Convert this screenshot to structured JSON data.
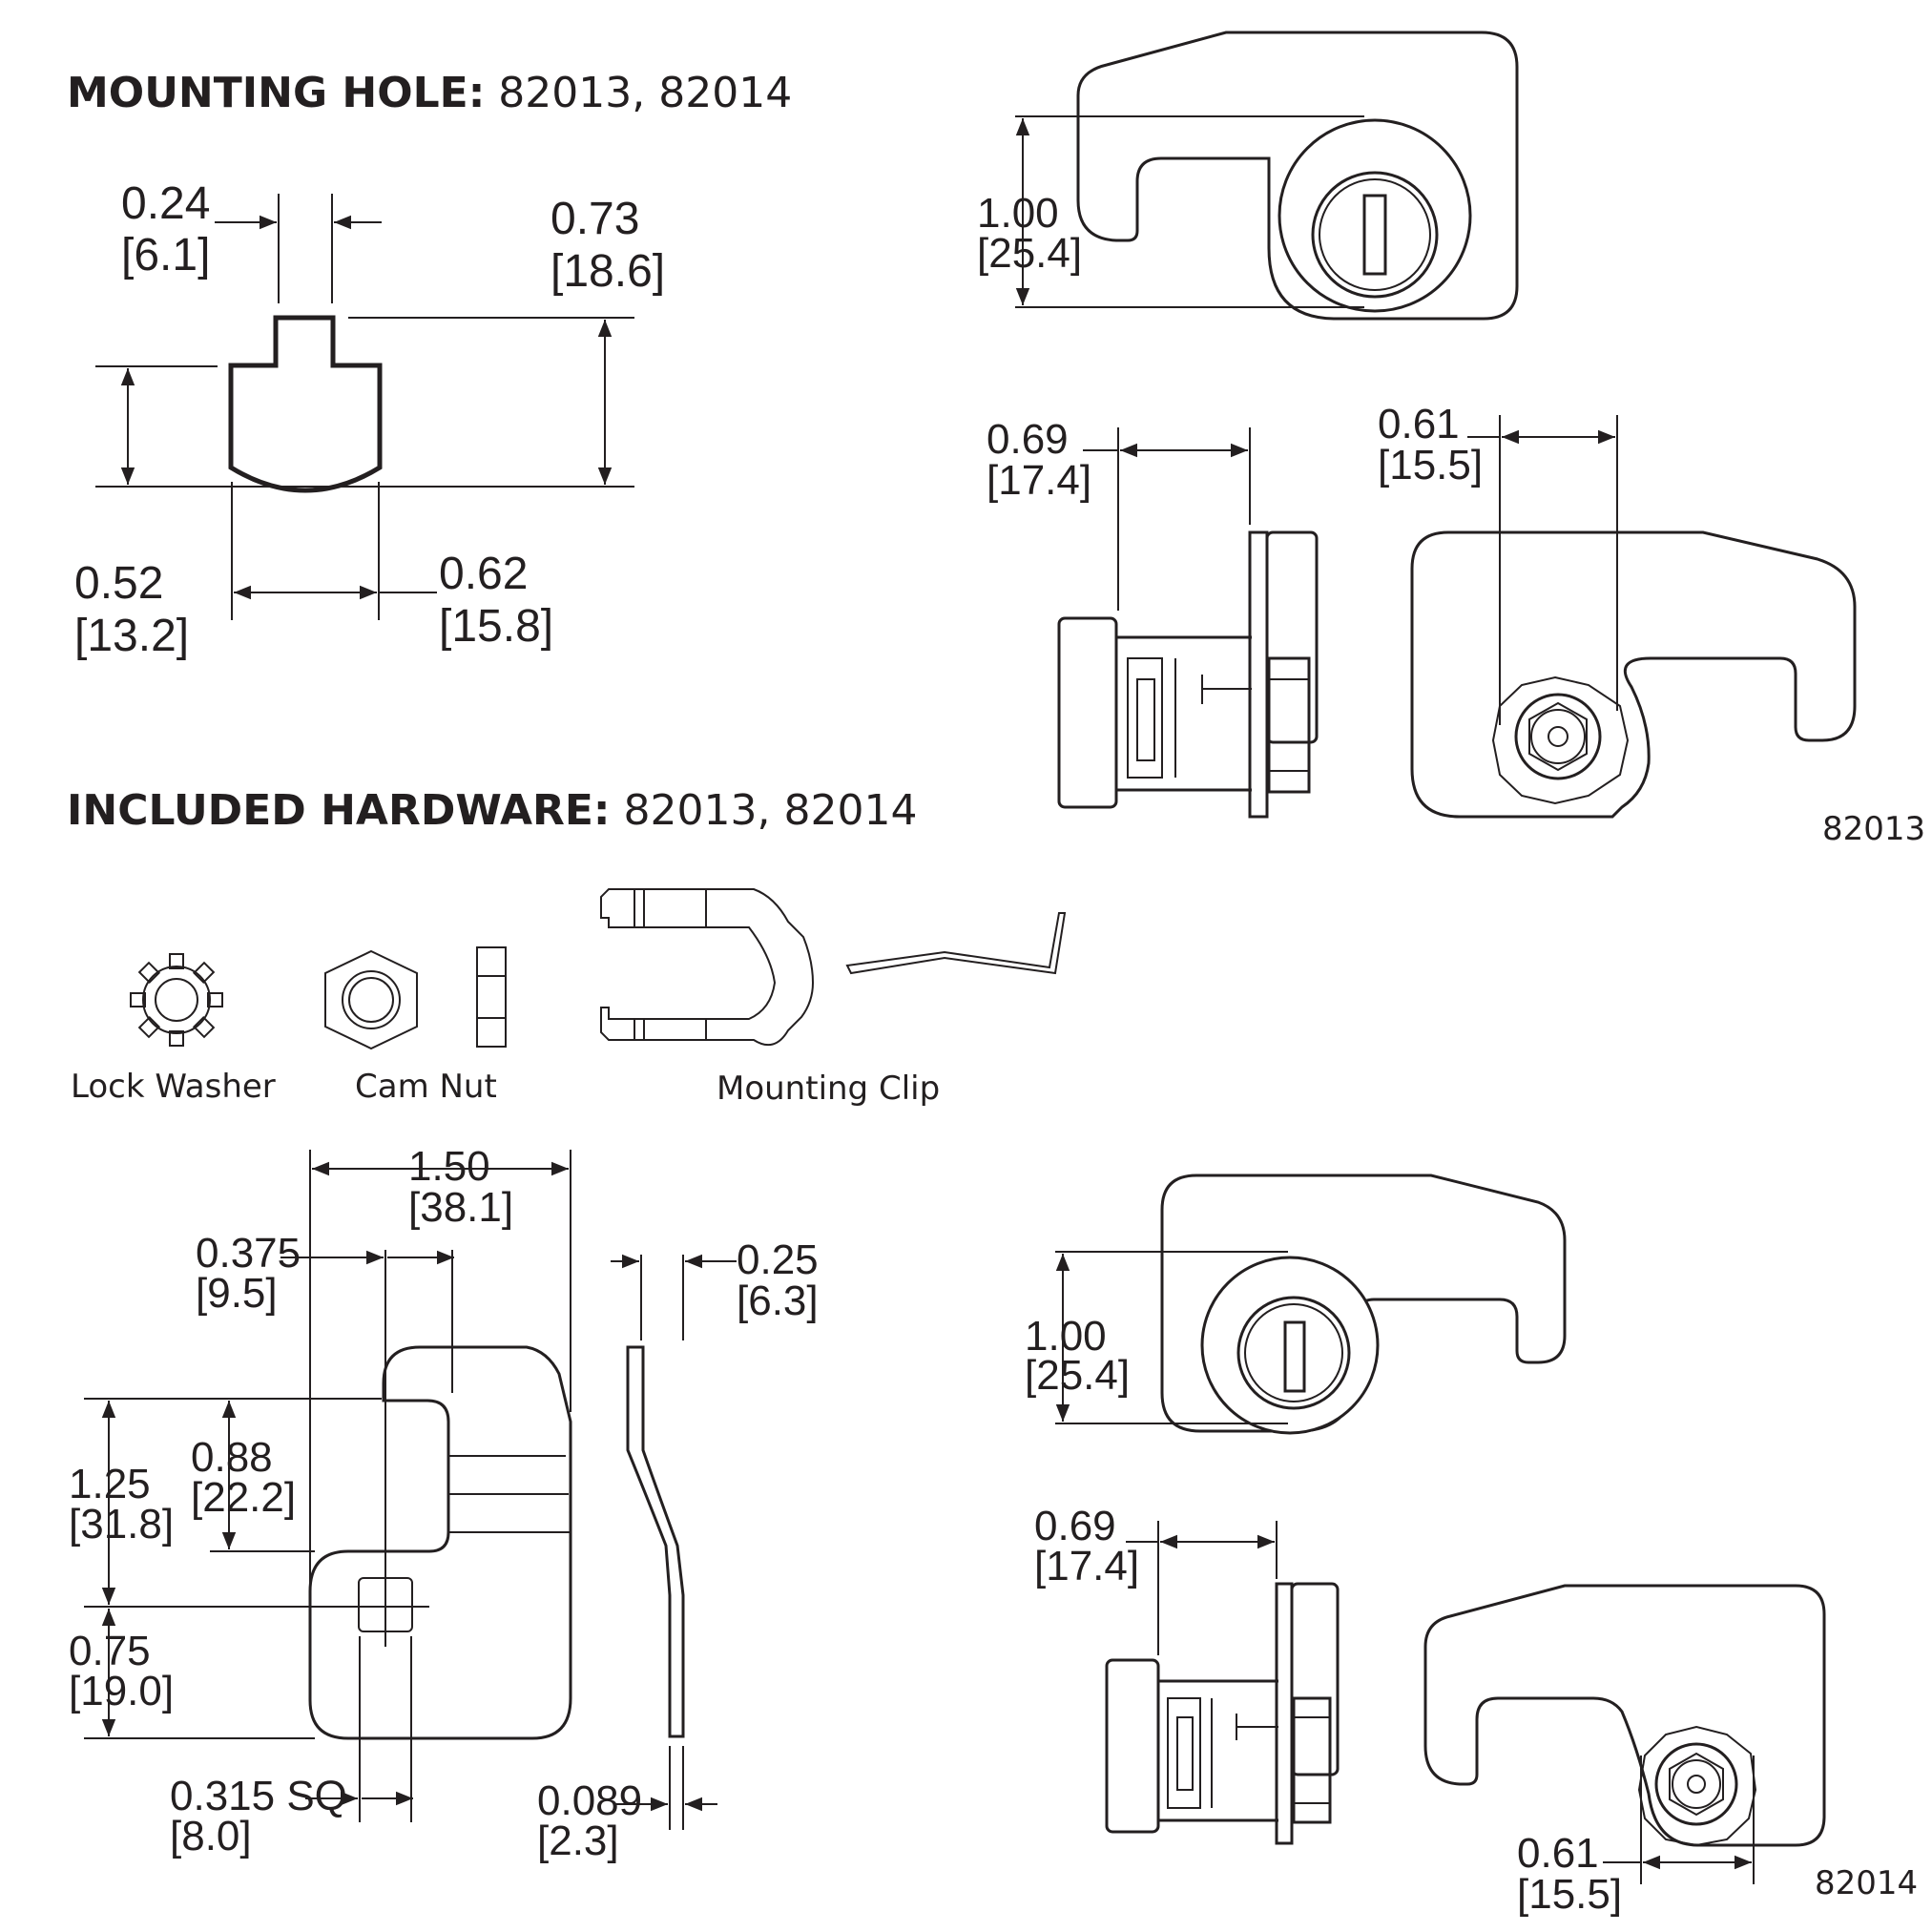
{
  "mounting_hole": {
    "title_bold": "MOUNTING HOLE:",
    "title_parts": " 82013, 82014",
    "dim_width_key": [
      "0.24",
      "[6.1]"
    ],
    "dim_height": [
      "0.73",
      "[18.6]"
    ],
    "dim_flat_height": [
      "0.52",
      "[13.2]"
    ],
    "dim_width": [
      "0.62",
      "[15.8]"
    ]
  },
  "included_hardware": {
    "title_bold": "INCLUDED HARDWARE:",
    "title_parts": " 82013, 82014",
    "lock_washer": "Lock Washer",
    "cam_nut": "Cam Nut",
    "mounting_clip": "Mounting Clip"
  },
  "cam": {
    "dim_width": [
      "1.50",
      "[38.1]"
    ],
    "dim_hole_offset": [
      "0.375",
      "[9.5]"
    ],
    "dim_offset": [
      "0.25",
      "[6.3]"
    ],
    "dim_overall_height": [
      "1.25",
      "[31.8]"
    ],
    "dim_slot": [
      "0.88",
      "[22.2]"
    ],
    "dim_lower": [
      "0.75",
      "[19.0]"
    ],
    "dim_square": [
      "0.315 SQ",
      "[8.0]"
    ],
    "dim_thickness": [
      "0.089",
      "[2.3]"
    ]
  },
  "model_82013": {
    "label": "82013",
    "dim_front": [
      "1.00",
      "[25.4]"
    ],
    "dim_side": [
      "0.69",
      "[17.4]"
    ],
    "dim_back": [
      "0.61",
      "[15.5]"
    ]
  },
  "model_82014": {
    "label": "82014",
    "dim_front": [
      "1.00",
      "[25.4]"
    ],
    "dim_side": [
      "0.69",
      "[17.4]"
    ],
    "dim_back": [
      "0.61",
      "[15.5]"
    ]
  }
}
